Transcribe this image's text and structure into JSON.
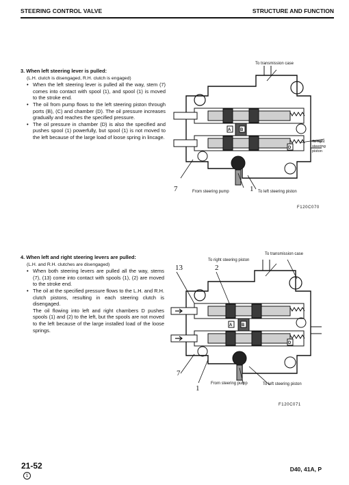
{
  "header": {
    "left": "STEERING CONTROL VALVE",
    "right": "STRUCTURE AND FUNCTION"
  },
  "section3": {
    "title": "3. When left steering lever is pulled:",
    "subtitle": "(L.H. clutch is disengaged, R.H. clutch is engaged)",
    "bullets": [
      "When the left steering lever is pulled all the way, stem (7) comes into contact with spool (1), and spool (1) is moved to the stroke end.",
      "The oil from pump flows to the left steering piston through ports (B), (C) and chamber (D). The oil pressure increases gradually and reaches the specified pressure.",
      "The oil pressure in chamber (D) is also the specified and pushes spool (1) powerfully, but spool (1) is not moved to the left because of the large load of loose spring in lincage."
    ]
  },
  "figure1": {
    "label_top": "To transmission case",
    "label_right": [
      "To right",
      "steering",
      "piston"
    ],
    "label_pump": "From steering pump",
    "label_left_piston": "To left steering piston",
    "num_7": "7",
    "num_1": "1",
    "code": "F120C070"
  },
  "section4": {
    "title": "4. When left and right steering levers are pulled:",
    "subtitle": "(L.H. and R.H. clutches are disengaged)",
    "bullets": [
      "When both steering levers are pulled all the way, stems (7), (13) come into contact with spools (1), (2) are moved to the stroke end.",
      "The oil at the specified pressure flows to the L.H. and R.H. clutch pistons, resulting in each steering clutch is disengaged."
    ],
    "plain": "The oil flowing into left and right chambers D pushes spools (1) and (2) to the left, but the spools are not moved to the left because of the large installed load of the loose springs."
  },
  "figure2": {
    "label_top_right": "To transmission case",
    "label_right_piston": "To right steering piston",
    "label_pump": "From steering pump",
    "label_left_piston": "To left steering piston",
    "num_13": "13",
    "num_2": "2",
    "num_7": "7",
    "num_1": "1",
    "code": "F120C071"
  },
  "footer": {
    "page": "21-52",
    "revision": "1",
    "model": "D40, 41A, P"
  }
}
